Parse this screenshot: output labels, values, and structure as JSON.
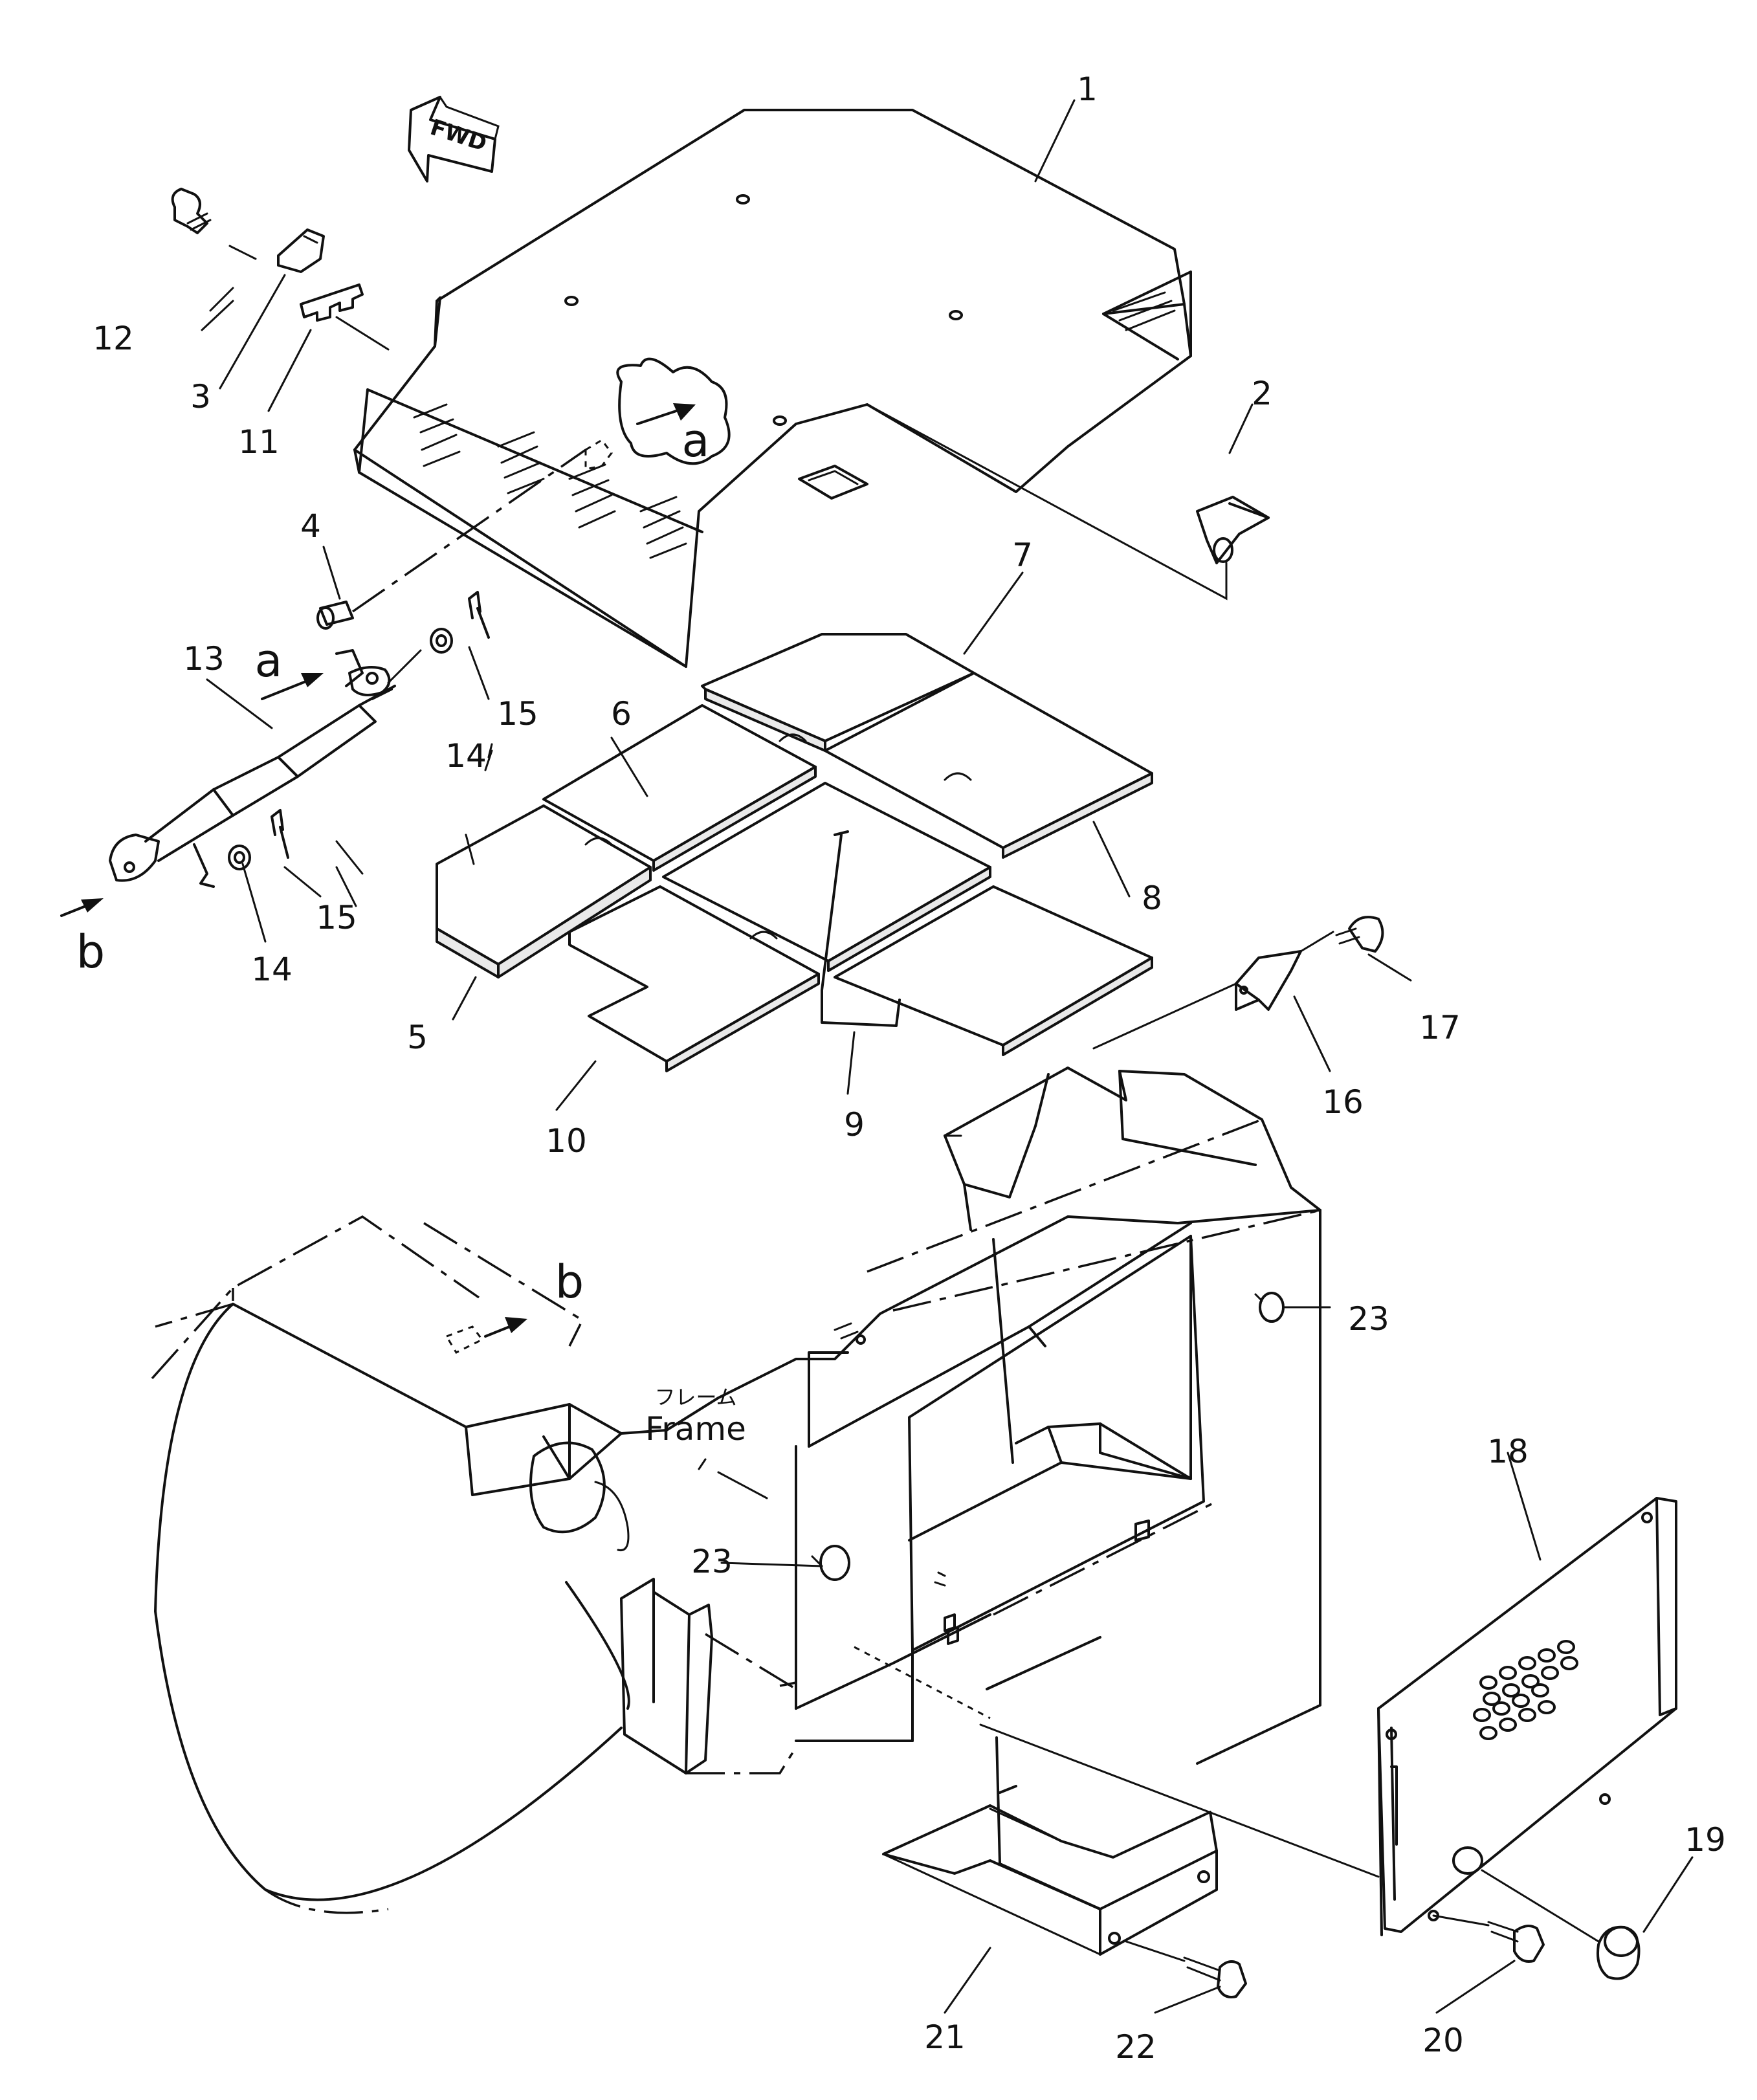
{
  "part_labels": [
    "1",
    "2",
    "3",
    "4",
    "5",
    "6",
    "7",
    "8",
    "9",
    "10",
    "11",
    "12",
    "13",
    "14",
    "14",
    "15",
    "15",
    "16",
    "17",
    "18",
    "19",
    "20",
    "21",
    "22",
    "23",
    "23"
  ],
  "callouts": [
    "a",
    "a",
    "b",
    "b"
  ],
  "fwd": "FWD",
  "frame_jp": "フレーム",
  "frame_en": "Frame"
}
